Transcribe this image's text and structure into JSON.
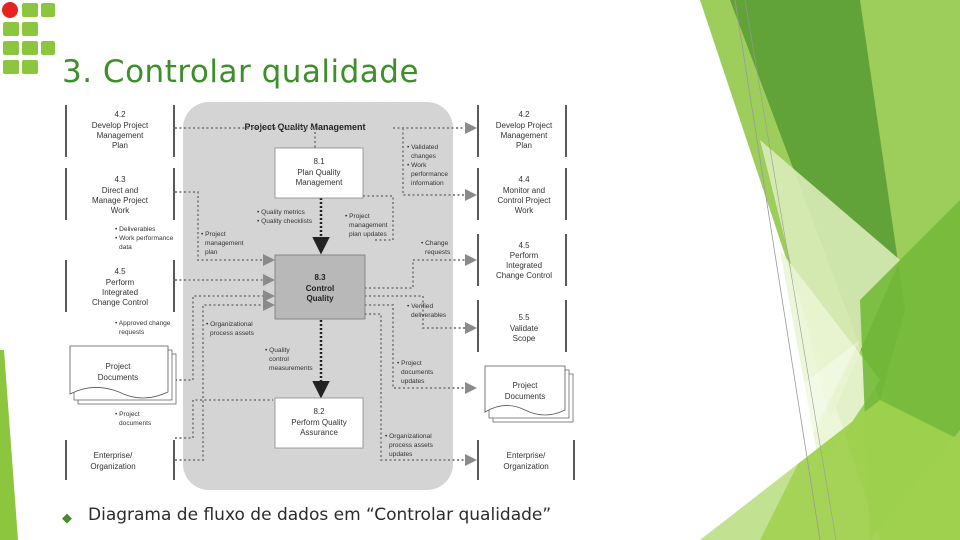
{
  "slide": {
    "title": "3. Controlar qualidade",
    "caption": "Diagrama de fluxo de dados em “Controlar qualidade”"
  },
  "colors": {
    "title": "#3d8f2a",
    "accent_dark": "#4e9a2e",
    "accent_light": "#8cc63f",
    "panel": "#d4d4d4"
  },
  "diagram": {
    "panel_title": "Project Quality Management",
    "left_boxes": [
      {
        "id": "4.2",
        "lines": [
          "Develop Project",
          "Management",
          "Plan"
        ]
      },
      {
        "id": "4.3",
        "lines": [
          "Direct and",
          "Manage Project",
          "Work"
        ]
      },
      {
        "id": "4.5",
        "lines": [
          "Perform",
          "Integrated",
          "Change Control"
        ]
      },
      {
        "id": "",
        "lines": [
          "Project",
          "Documents"
        ]
      },
      {
        "id": "",
        "lines": [
          "Enterprise/",
          "Organization"
        ]
      }
    ],
    "right_boxes": [
      {
        "id": "4.2",
        "lines": [
          "Develop Project",
          "Management",
          "Plan"
        ]
      },
      {
        "id": "4.4",
        "lines": [
          "Monitor and",
          "Control Project",
          "Work"
        ]
      },
      {
        "id": "4.5",
        "lines": [
          "Perform",
          "Integrated",
          "Change Control"
        ]
      },
      {
        "id": "5.5",
        "lines": [
          "Validate",
          "Scope"
        ]
      },
      {
        "id": "",
        "lines": [
          "Project",
          "Documents"
        ]
      },
      {
        "id": "",
        "lines": [
          "Enterprise/",
          "Organization"
        ]
      }
    ],
    "center_boxes": [
      {
        "id": "8.1",
        "lines": [
          "Plan Quality",
          "Management"
        ]
      },
      {
        "id": "8.3",
        "lines": [
          "Control",
          "Quality"
        ]
      },
      {
        "id": "8.2",
        "lines": [
          "Perform Quality",
          "Assurance"
        ]
      }
    ],
    "labels": {
      "deliverables": [
        "• Deliverables",
        "• Work performance",
        "data"
      ],
      "approved_change": [
        "• Approved change",
        "requests"
      ],
      "project_documents_in": [
        "• Project",
        "documents"
      ],
      "quality_metrics": [
        "• Quality metrics",
        "• Quality checklists"
      ],
      "pm_plan": [
        "• Project",
        "management",
        "plan"
      ],
      "pm_plan_updates": [
        "• Project",
        "management",
        "plan updates"
      ],
      "org_assets": [
        "• Organizational",
        "process assets"
      ],
      "quality_control": [
        "• Quality",
        "control",
        "measurements"
      ],
      "validated_changes": [
        "• Validated",
        "changes",
        "• Work",
        "performance",
        "information"
      ],
      "change_requests": [
        "• Change",
        "requests"
      ],
      "verified_deliverables": [
        "• Verified",
        "deliverables"
      ],
      "project_docs_updates": [
        "• Project",
        "documents",
        "updates"
      ],
      "org_assets_updates": [
        "• Organizational",
        "process assets",
        "updates"
      ]
    }
  }
}
